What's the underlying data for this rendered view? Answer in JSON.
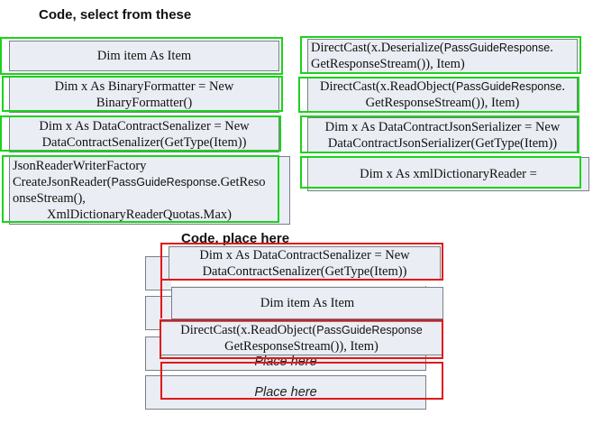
{
  "select_header": "Code, select from these",
  "place_header": "Code, place here",
  "left_column": [
    {
      "line1": "Dim item As Item"
    },
    {
      "line1": "Dim x As BinaryFormatter = New",
      "line2": "BinaryFormatter()"
    },
    {
      "line1": "Dim x As DataContractSenalizer = New",
      "line2": "DataContractSenalizer(GetType(Item))"
    },
    {
      "line1": "JsonReaderWriterFactory",
      "line2a": "CreateJsonReader(",
      "line2b": "PassGuideResponse",
      "line2c": ".GetReso",
      "line3": "onseStream(),",
      "line4": "XmlDictionaryReaderQuotas.Max)"
    }
  ],
  "right_column": [
    {
      "a": "DirectCast(x.Deserialize(",
      "b": "PassGuideResponse",
      "c": ".",
      "line2": "GetResponseStream()), Item)"
    },
    {
      "a": "DirectCast(x.ReadObject(",
      "b": "PassGuideResponse",
      "c": ".",
      "line2": "GetResponseStream()), Item)"
    },
    {
      "line1": "Dim x As DataContractJsonSerializer = New",
      "line2": "DataContractJsonSerializer(GetType(Item))"
    },
    {
      "line1": "Dim x As xmlDictionaryReader ="
    }
  ],
  "placed": [
    {
      "line1": "Dim x As DataContractSenalizer = New",
      "line2": "DataContractSenalizer(GetType(Item))"
    },
    {
      "line1": "Dim item As Item"
    },
    {
      "a": "DirectCast(x.ReadObject(",
      "b": "PassGuideResponse",
      "line2": "GetResponseStream()), Item)"
    },
    {
      "line1": "Place here"
    }
  ],
  "placeholder_label": "Place here",
  "colors": {
    "select_highlight": "#1cd21c",
    "place_highlight": "#e01818",
    "box_fill": "#eaedf3"
  }
}
